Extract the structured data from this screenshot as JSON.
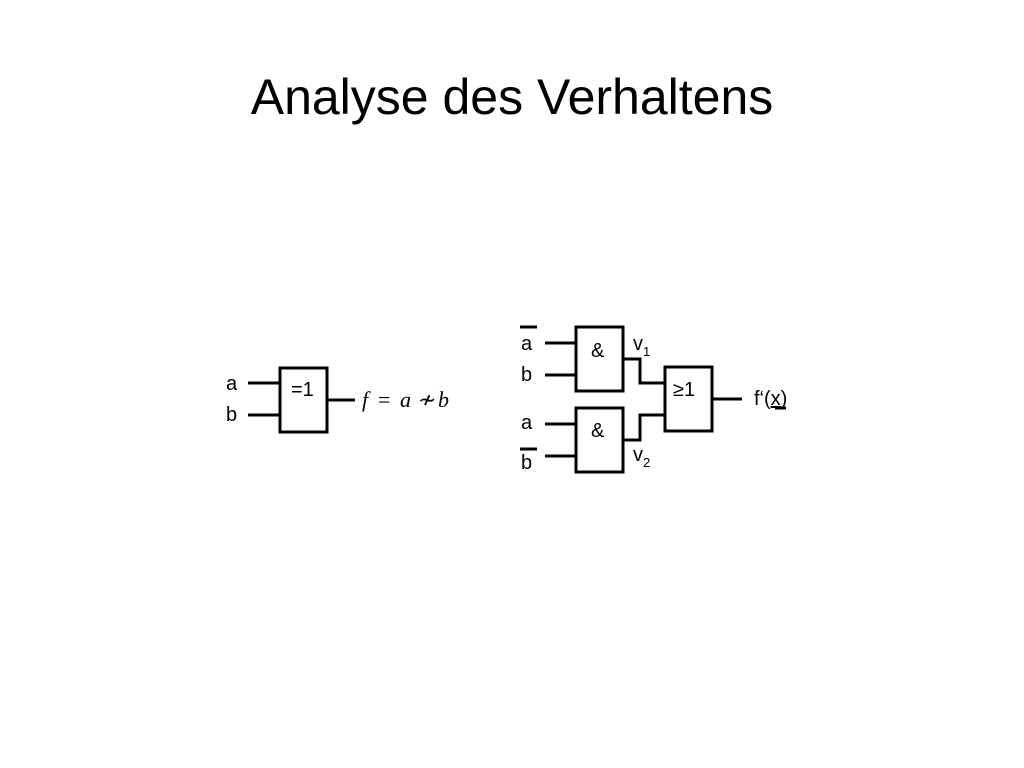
{
  "slide": {
    "title": "Analyse des Verhaltens"
  },
  "xor_circuit": {
    "input_a": "a",
    "input_b": "b",
    "gate_label": "=1",
    "formula": {
      "lhs": "f",
      "eq": "=",
      "a": "a",
      "op": "≁",
      "b": "b"
    }
  },
  "and_or_circuit": {
    "gate1": {
      "label": "&",
      "input_top": "a",
      "input_top_negated": true,
      "input_bottom": "b",
      "output": "v",
      "output_sub": "1"
    },
    "gate2": {
      "label": "&",
      "input_top": "a",
      "input_bottom": "b",
      "input_bottom_negated": true,
      "output": "v",
      "output_sub": "2"
    },
    "or_gate": {
      "label": "≥1"
    },
    "output": {
      "prefix": "f‘(",
      "var": "x",
      "suffix": ")"
    }
  }
}
